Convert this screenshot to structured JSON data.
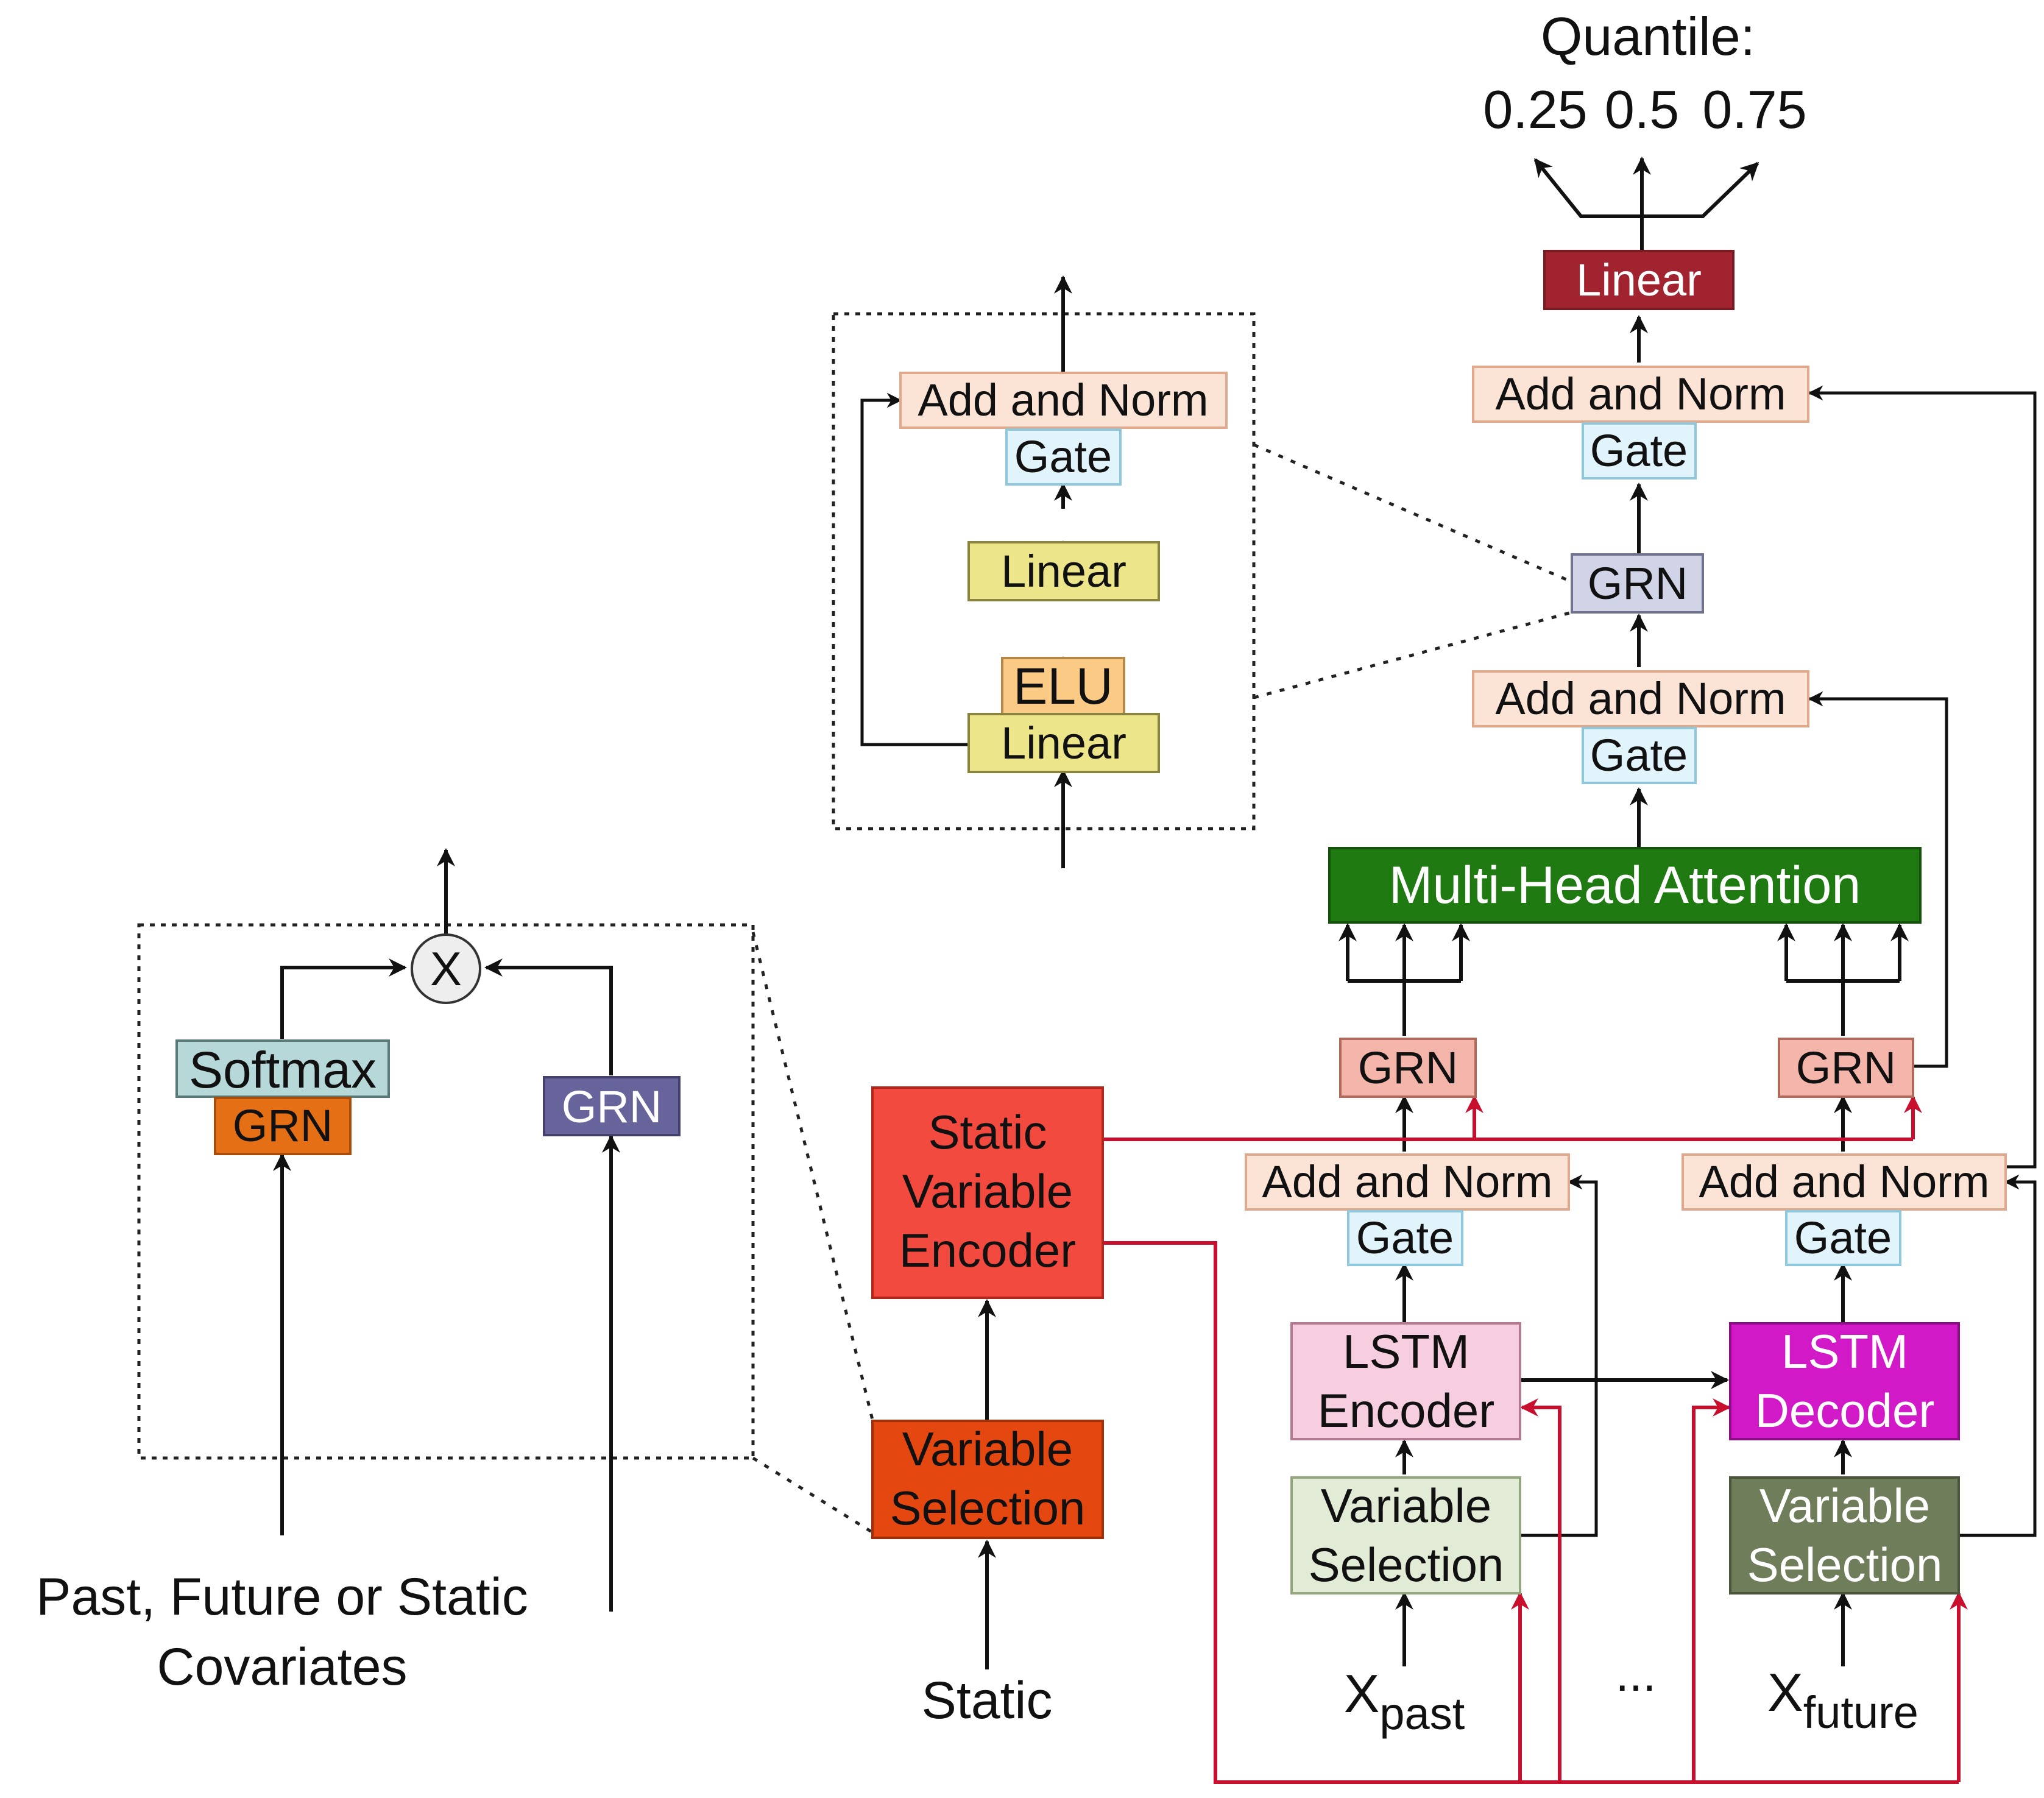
{
  "output": {
    "title": "Quantile:",
    "q1": "0.25",
    "q2": "0.5",
    "q3": "0.75"
  },
  "top": {
    "linear": "Linear",
    "add_norm": "Add and Norm",
    "gate": "Gate",
    "grn": "GRN"
  },
  "middle": {
    "add_norm": "Add and Norm",
    "gate": "Gate",
    "attention": "Multi-Head Attention"
  },
  "grn_detail": {
    "add_norm": "Add and Norm",
    "gate": "Gate",
    "linear_top": "Linear",
    "elu": "ELU",
    "linear_bottom": "Linear"
  },
  "vsn_detail": {
    "multiply": "X",
    "softmax": "Softmax",
    "grn_left": "GRN",
    "grn_right": "GRN",
    "input_line1": "Past, Future or Static",
    "input_line2": "Covariates"
  },
  "static_path": {
    "encoder_line1": "Static",
    "encoder_line2": "Variable",
    "encoder_line3": "Encoder",
    "vs_line1": "Variable",
    "vs_line2": "Selection",
    "input": "Static"
  },
  "past_path": {
    "grn": "GRN",
    "add_norm": "Add and Norm",
    "gate": "Gate",
    "lstm_line1": "LSTM",
    "lstm_line2": "Encoder",
    "vs_line1": "Variable",
    "vs_line2": "Selection",
    "input_main": "X",
    "input_sub": "past"
  },
  "ellipsis": "...",
  "future_path": {
    "grn": "GRN",
    "add_norm": "Add and Norm",
    "gate": "Gate",
    "lstm_line1": "LSTM",
    "lstm_line2": "Decoder",
    "vs_line1": "Variable",
    "vs_line2": "Selection",
    "input_main": "X",
    "input_sub": "future"
  },
  "colors": {
    "add_norm": "#fbe3d6",
    "gate": "#e2f4fb",
    "linear_output": "#a0232f",
    "grn_top": "#d0d4e6",
    "attention": "#1f7a12",
    "grn_side": "#f4b6aa",
    "encoder": "#f24a3f",
    "variable_selection": "#e44810",
    "lstm_encoder": "#f7cde0",
    "lstm_decoder": "#d119c7",
    "vs_past": "#e1ebd6",
    "vs_future": "#6f7d5a",
    "linear_yellow": "#ede58a",
    "elu": "#fbcb86",
    "softmax": "#b7d8d8",
    "grn_orange": "#e46f14",
    "grn_purple": "#66649a",
    "static_link": "#c8102e"
  }
}
